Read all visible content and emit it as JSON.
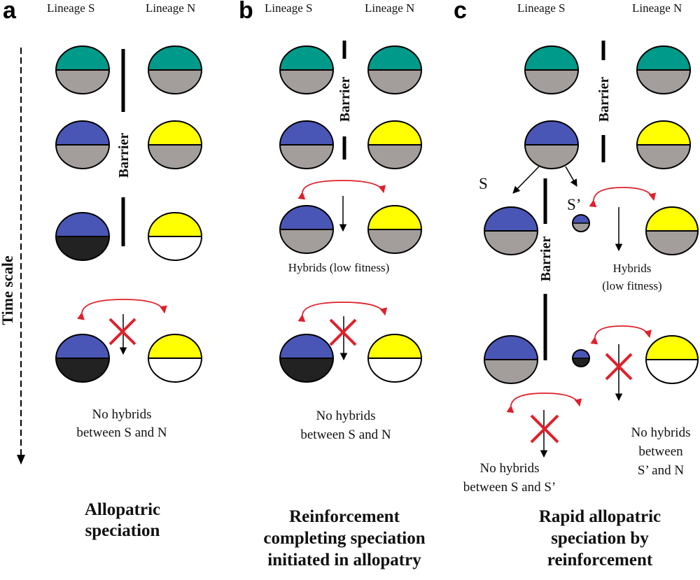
{
  "panels": [
    {
      "letter": "a",
      "lineage_s": "Lineage S",
      "lineage_n": "Lineage N",
      "barrier": "Barrier",
      "note_lines": [
        "No hybrids",
        "between S and N"
      ],
      "title_lines": [
        "Allopatric",
        "speciation"
      ]
    },
    {
      "letter": "b",
      "lineage_s": "Lineage S",
      "lineage_n": "Lineage N",
      "barrier": "Barrier",
      "hybrids": "Hybrids (low fitness)",
      "note_lines": [
        "No hybrids",
        "between S and N"
      ],
      "title_lines": [
        "Reinforcement",
        "completing speciation",
        "initiated in allopatry"
      ]
    },
    {
      "letter": "c",
      "lineage_s": "Lineage S",
      "lineage_n": "Lineage N",
      "barrier_top": "Barrier",
      "barrier_bottom": "Barrier",
      "label_s": "S",
      "label_s_prime": "S’",
      "hybrids_lines": [
        "Hybrids",
        "(low fitness)"
      ],
      "note_left_lines": [
        "No hybrids",
        "between S and S’"
      ],
      "note_right_lines": [
        "No hybrids",
        "between",
        "S’ and N"
      ],
      "title_lines": [
        "Rapid allopatric",
        "speciation by",
        "reinforcement"
      ]
    }
  ],
  "time_scale": "Time scale",
  "colors": {
    "teal": "#009a8a",
    "blue": "#4a56b5",
    "yellow": "#ffff00",
    "grey": "#a39e9b",
    "black": "#222222",
    "white": "#ffffff",
    "arrow_red": "#e0202a"
  }
}
